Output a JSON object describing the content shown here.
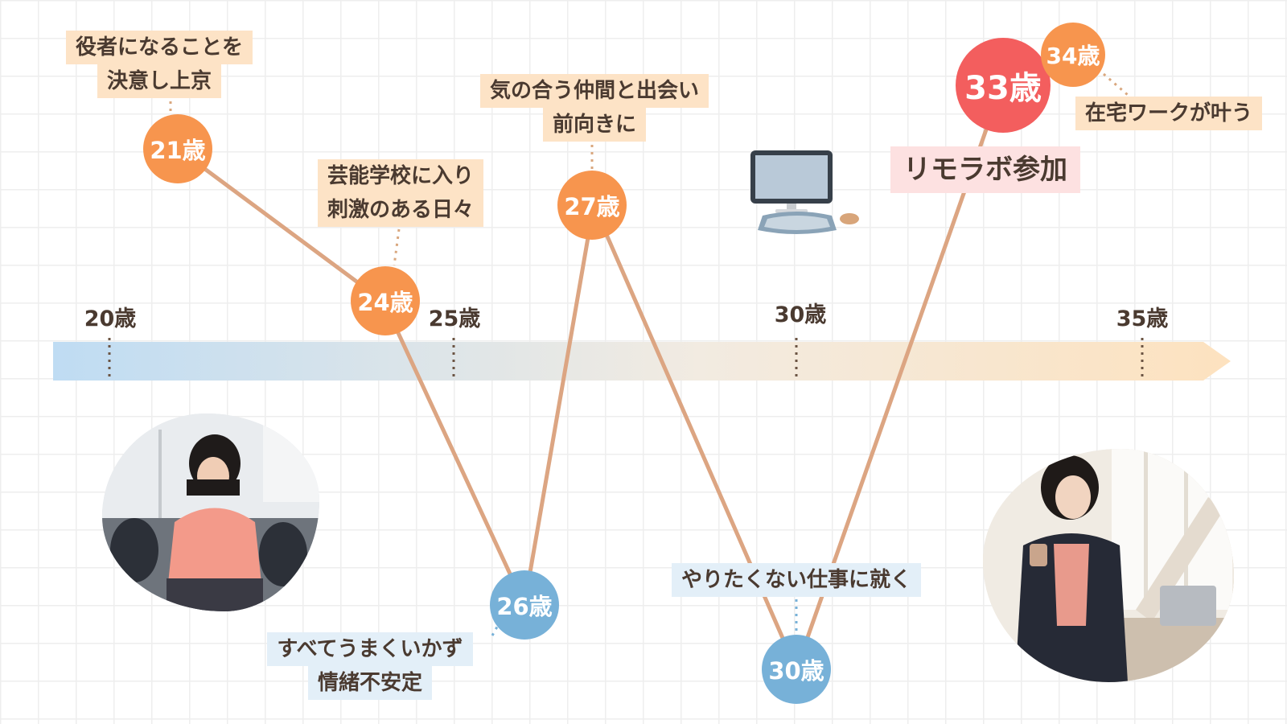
{
  "axis": {
    "ticks": [
      "20歳",
      "25歳",
      "30歳",
      "35歳"
    ]
  },
  "milestones": [
    {
      "age": "21歳",
      "note": [
        "役者になることを",
        "決意し上京"
      ]
    },
    {
      "age": "24歳",
      "note": [
        "芸能学校に入り",
        "刺激のある日々"
      ]
    },
    {
      "age": "26歳",
      "note": [
        "すべてうまくいかず",
        "情緒不安定"
      ]
    },
    {
      "age": "27歳",
      "note": [
        "気の合う仲間と出会い",
        "前向きに"
      ]
    },
    {
      "age": "30歳",
      "note": [
        "やりたくない仕事に就く"
      ]
    },
    {
      "age": "33歳",
      "note": [
        "リモラボ参加"
      ]
    },
    {
      "age": "34歳",
      "note": [
        "在宅ワークが叶う"
      ]
    }
  ],
  "colors": {
    "positive": "#f7954e",
    "negative": "#77b1d8",
    "highlight": "#f35e5e",
    "line": "#dca582",
    "arrow_start": "#bfdcf3",
    "arrow_end": "#fde2bf"
  },
  "illustrations": [
    "desktop-computer",
    "photo-woman-sitting",
    "photo-woman-with-phone"
  ]
}
